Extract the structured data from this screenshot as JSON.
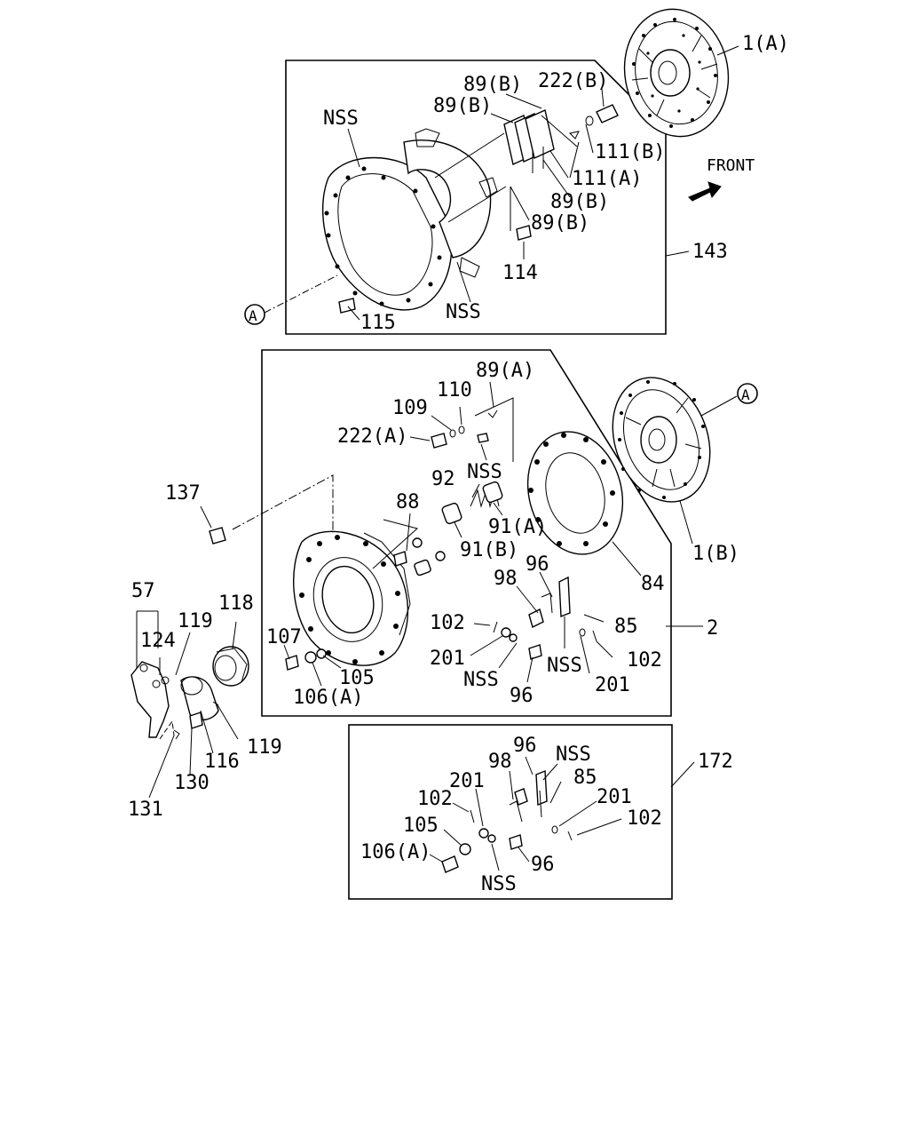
{
  "front_label": "FRONT",
  "circle_marker": "A",
  "groups": {
    "pressure_plate_kit": "143",
    "clutch_cover_assembly": "2",
    "lever_kit": "172"
  },
  "labels": {
    "disc_a": "1(A)",
    "disc_b": "1(B)",
    "l89b_1": "89(B)",
    "l89b_2": "89(B)",
    "l89b_3": "89(B)",
    "l89b_4": "89(B)",
    "l222b": "222(B)",
    "l111b": "111(B)",
    "l111a": "111(A)",
    "nss_top1": "NSS",
    "nss_top2": "NSS",
    "l114": "114",
    "l115": "115",
    "l89a": "89(A)",
    "l110": "110",
    "l109": "109",
    "l222a": "222(A)",
    "nss_mid1": "NSS",
    "l92": "92",
    "l91a": "91(A)",
    "l91b": "91(B)",
    "l88": "88",
    "l137": "137",
    "l84": "84",
    "l96_1": "96",
    "l98_1": "98",
    "l85_1": "85",
    "l102_1": "102",
    "l102_2": "102",
    "l201_1": "201",
    "l201_2": "201",
    "nss_mid2": "NSS",
    "nss_mid3": "NSS",
    "l96_2": "96",
    "l107": "107",
    "l105_1": "105",
    "l106a_1": "106(A)",
    "l57": "57",
    "l124": "124",
    "l119_1": "119",
    "l119_2": "119",
    "l118": "118",
    "l116": "116",
    "l130": "130",
    "l131": "131",
    "l96_3": "96",
    "l98_2": "98",
    "nss_bot1": "NSS",
    "l85_2": "85",
    "l201_3": "201",
    "l201_4": "201",
    "l102_3": "102",
    "l102_4": "102",
    "l105_2": "105",
    "l106a_2": "106(A)",
    "nss_bot2": "NSS",
    "l96_4": "96"
  }
}
